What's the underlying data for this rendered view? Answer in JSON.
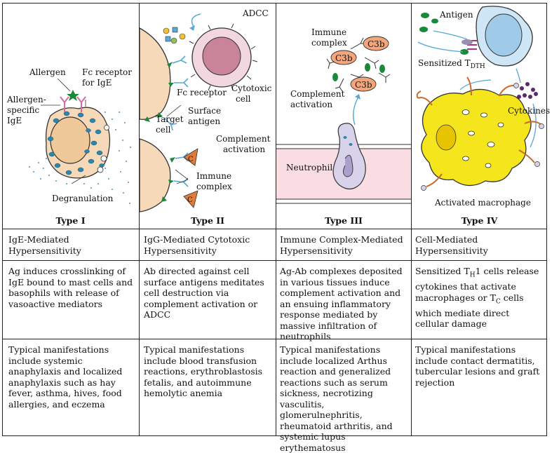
{
  "types": [
    {
      "title": "Type I",
      "name": "IgE-Mediated Hypersensitivity",
      "mechanism": "Ag induces crosslinking of IgE bound to mast cells and basophils with release of vasoactive mediators",
      "manifestations": "Typical manifestations include systemic anaphylaxis and localized anaphylaxis such as hay fever, asthma, hives, food allergies, and eczema"
    },
    {
      "title": "Type II",
      "name": "IgG-Mediated Cytotoxic Hypersensitivity",
      "mechanism": "Ab directed against cell surface antigens meditates cell destruction via complement activation or ADCC",
      "manifestations": "Typical manifestations include blood transfusion reactions, erythroblastosis fetalis, and autoimmune hemolytic anemia"
    },
    {
      "title": "Type III",
      "name": "Immune Complex-Mediated Hypersensitivity",
      "mechanism": "Ag-Ab complexes deposited in various tissues induce complement activation and an ensuing inflammatory response mediated by massive infiltration of neutrophils",
      "manifestations": "Typical manifestations include localized Arthus reaction and generalized reactions such as serum sickness, necrotizing vasculitis, glomerulnephritis, rheumatoid arthritis, and systemic lupus erythematosus"
    },
    {
      "title": "Type IV",
      "name": "Cell-Mediated Hypersensitivity",
      "mechanism_pre": "Sensitized T",
      "mechanism_sub": "H",
      "mechanism_mid": "1 cells release cytokines that activate macrophages or T",
      "mechanism_sub2": "C",
      "mechanism_post": " cells which mediate direct cellular damage",
      "manifestations": "Typical manifestations include contact dermatitis, tubercular lesions and graft rejection"
    }
  ],
  "labels": {
    "allergen": "Allergen",
    "fc_ige_1": "Fc receptor",
    "fc_ige_2": "for IgE",
    "allergen_specific_1": "Allergen-",
    "allergen_specific_2": "specific",
    "allergen_specific_3": "IgE",
    "degranulation": "Degranulation",
    "adcc": "ADCC",
    "fc_receptor": "Fc receptor",
    "cytotoxic_1": "Cytotoxic",
    "cytotoxic_2": "cell",
    "target_1": "Target",
    "target_2": "cell",
    "surface_1": "Surface",
    "surface_2": "antigen",
    "complement2_1": "Complement",
    "complement2_2": "activation",
    "immune_complex2_1": "Immune",
    "immune_complex2_2": "complex",
    "c_letter": "C",
    "immune_complex3_1": "Immune",
    "immune_complex3_2": "complex",
    "c3b": "C3b",
    "complement3_1": "Complement",
    "complement3_2": "activation",
    "neutrophil": "Neutrophil",
    "antigen": "Antigen",
    "sensitized_pre": "Sensitized T",
    "sensitized_sub": "DTH",
    "cytokines": "Cytokines",
    "activated_macrophage": "Activated macrophage"
  },
  "colors": {
    "cell_fill": "#f6d9b8",
    "nucleus": "#efc99a",
    "granule": "#2e86ab",
    "vessel": "#f9dde2",
    "c3b": "#f4a57a",
    "macrophage": "#f5e51c",
    "tcell": "#cfe6f7",
    "cytotoxic_nucleus": "#c9849a",
    "neutrophil": "#d8d3ea",
    "antigen_green": "#1a8a3a",
    "cytokine": "#5b2b6e"
  }
}
